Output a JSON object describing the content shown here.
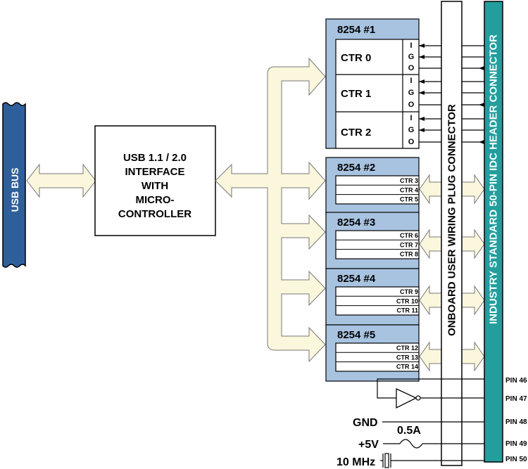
{
  "usb_bus": {
    "label": "USB BUS"
  },
  "interface": {
    "lines": [
      "USB 1.1 / 2.0",
      "INTERFACE",
      "WITH",
      "MICRO-",
      "CONTROLLER"
    ]
  },
  "chip1": {
    "title": "8254 #1",
    "counters": [
      {
        "label": "CTR 0",
        "pins": [
          "I",
          "G",
          "O"
        ]
      },
      {
        "label": "CTR 1",
        "pins": [
          "I",
          "G",
          "O"
        ]
      },
      {
        "label": "CTR 2",
        "pins": [
          "I",
          "G",
          "O"
        ]
      }
    ]
  },
  "small_chips": [
    {
      "title": "8254 #2",
      "counters": [
        "CTR 3",
        "CTR 4",
        "CTR 5"
      ]
    },
    {
      "title": "8254 #3",
      "counters": [
        "CTR 6",
        "CTR 7",
        "CTR 8"
      ]
    },
    {
      "title": "8254 #4",
      "counters": [
        "CTR 9",
        "CTR 10",
        "CTR 11"
      ]
    },
    {
      "title": "8254 #5",
      "counters": [
        "CTR 12",
        "CTR 13",
        "CTR 14"
      ]
    }
  ],
  "onboard_connector": {
    "label": "ONBOARD USER WIRING PLUG CONNECTOR"
  },
  "header_connector": {
    "label": "INDUSTRY STANDARD 50-PIN IDC HEADER CONNECTOR"
  },
  "pins": [
    "PIN 46",
    "PIN 47",
    "PIN 48",
    "PIN 49",
    "PIN 50"
  ],
  "power": {
    "gnd": "GND",
    "plus5v": "+5V",
    "fuse": "0.5A",
    "clock": "10 MHz"
  },
  "colors": {
    "bus": "#2f5f9b",
    "chip": "#a8c3e0",
    "header": "#229e9c",
    "arrow": "#fbf7dc"
  }
}
